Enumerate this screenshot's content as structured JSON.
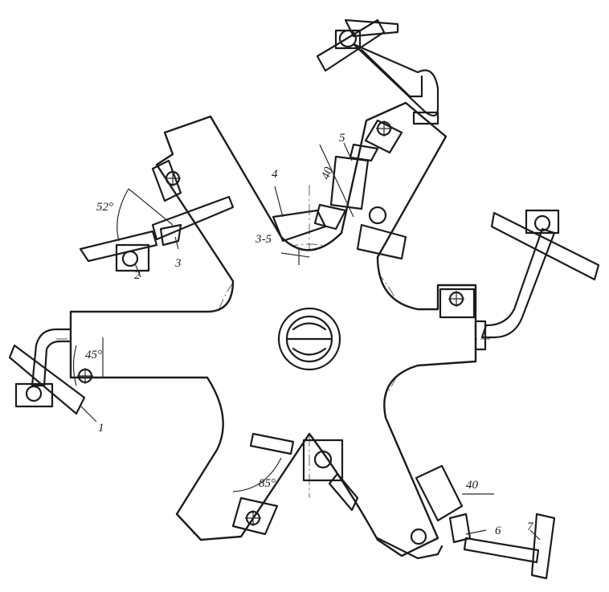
{
  "labels": {
    "part1": "1",
    "part2": "2",
    "part3": "3",
    "part4": "4",
    "part5": "5",
    "part6": "6",
    "part7": "7"
  },
  "dimensions": {
    "angle_top_left": "52°",
    "angle_left": "45°",
    "angle_bottom": "85°",
    "gap": "3-5",
    "length_top": "40",
    "length_bottom": "40"
  }
}
